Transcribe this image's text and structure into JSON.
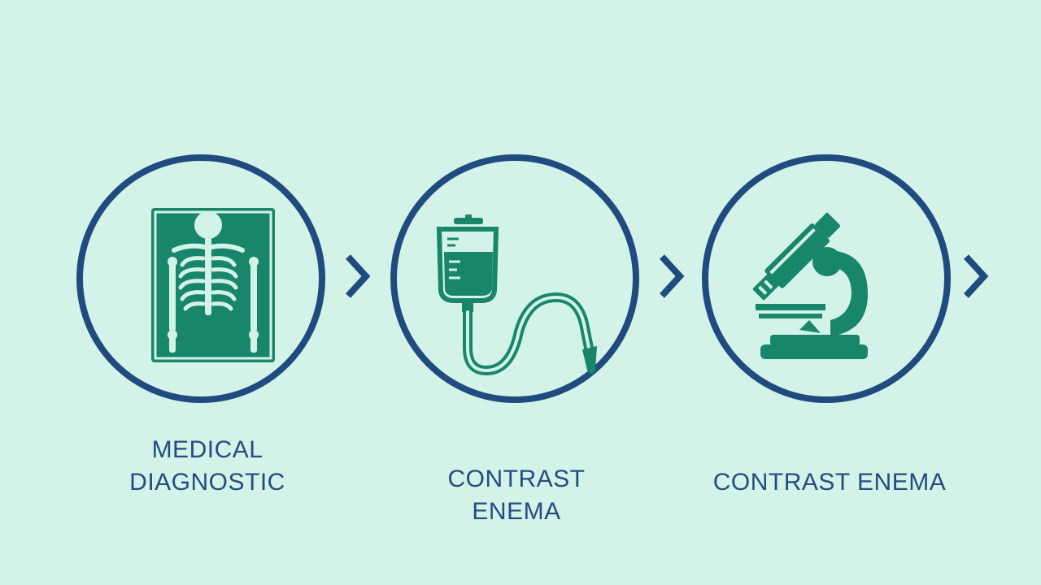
{
  "colors": {
    "background": "#d4f3e8",
    "ring": "#1f4b7f",
    "icon": "#18866a",
    "label": "#244c80"
  },
  "steps": [
    {
      "icon": "xray-chest-icon",
      "label": "MEDICAL\nDIAGNOSTIC"
    },
    {
      "icon": "enema-bag-icon",
      "label": "CONTRAST\nENEMA"
    },
    {
      "icon": "microscope-icon",
      "label": "CONTRAST ENEMA"
    }
  ],
  "connector_icon": "chevron-right-icon"
}
